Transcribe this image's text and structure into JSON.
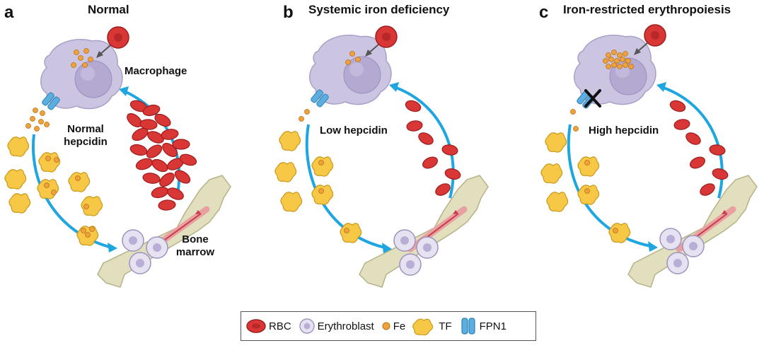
{
  "panels": [
    {
      "letter": "a",
      "title": "Normal",
      "labels": {
        "macrophage": "Macrophage",
        "hepcidin_line1": "Normal",
        "hepcidin_line2": "hepcidin",
        "bone_line1": "Bone",
        "bone_line2": "marrow"
      }
    },
    {
      "letter": "b",
      "title": "Systemic iron deficiency",
      "labels": {
        "hepcidin": "Low hepcidin"
      }
    },
    {
      "letter": "c",
      "title": "Iron-restricted erythropoiesis",
      "labels": {
        "hepcidin": "High hepcidin"
      }
    }
  ],
  "legend": {
    "items": [
      {
        "icon": "rbc-icon",
        "label": "RBC"
      },
      {
        "icon": "erythroblast-icon",
        "label": "Erythroblast"
      },
      {
        "icon": "fe-icon",
        "label": "Fe"
      },
      {
        "icon": "tf-icon",
        "label": "TF"
      },
      {
        "icon": "fpn1-icon",
        "label": "FPN1"
      }
    ]
  },
  "colors": {
    "rbc": "#d93636",
    "rbc_dark": "#9e1d1d",
    "erythroblast": "#e7e2f2",
    "nucleus": "#b9aed6",
    "iron": "#f0a23a",
    "transferrin": "#f6c845",
    "ferroportin": "#5aaee0",
    "arrow": "#1ea6e0",
    "macrophage": "#ccc5e1",
    "bone": "#e2dfbe"
  }
}
